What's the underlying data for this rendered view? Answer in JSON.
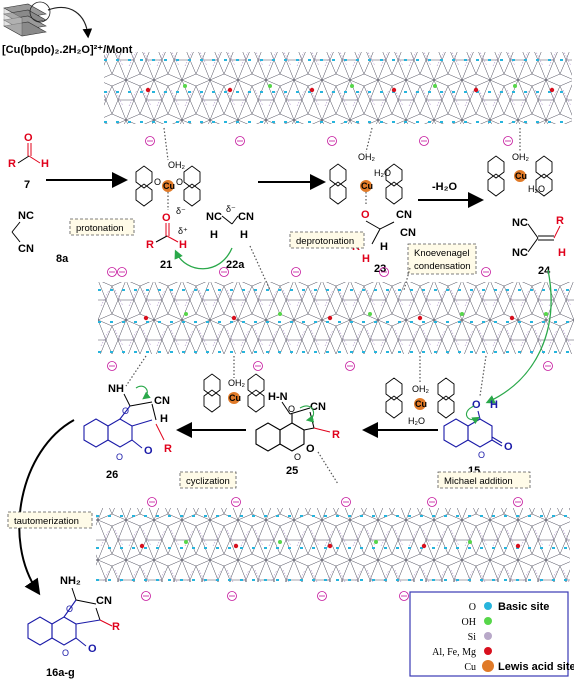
{
  "catalyst_label": "[Cu(bpdo)₂.2H₂O]²⁺/Mont",
  "compounds": {
    "c7": "7",
    "c8a": "8a",
    "c21": "21",
    "c22a": "22a",
    "c23": "23",
    "c24": "24",
    "c15": "15",
    "c25": "25",
    "c26": "26",
    "c16": "16a-g"
  },
  "steps": {
    "protonation": "protonation",
    "deprotonation": "deprotonation",
    "knoevenagel": "Knoevenagel condensation",
    "knoevenagel_l1": "Knoevenagel",
    "knoevenagel_l2": "condensation",
    "water_loss": "-H₂O",
    "cyclization": "cyclization",
    "michael": "Michael addition",
    "tautomerization": "tautomerization"
  },
  "atoms": {
    "O": "O",
    "H": "H",
    "R": "R",
    "NC": "NC",
    "CN": "CN",
    "NH": "NH",
    "NH2": "NH₂",
    "HN": "H-N",
    "Cu": "Cu",
    "OH2": "OH₂",
    "H2O": "H₂O",
    "delta_minus": "δ⁻",
    "delta_plus": "δ⁺",
    "N": "N"
  },
  "legend": {
    "items": [
      {
        "symbol": "O",
        "color": "#27b4dc",
        "desc": "Basic site"
      },
      {
        "symbol": "OH",
        "color": "#57d64a",
        "desc": ""
      },
      {
        "symbol": "Si",
        "color": "#b8a8c8",
        "desc": ""
      },
      {
        "symbol": "Al, Fe, Mg",
        "color": "#d8101e",
        "desc": ""
      },
      {
        "symbol": "Cu",
        "color": "#e07a28",
        "desc": "Lewis acid site"
      }
    ]
  },
  "colors": {
    "accent_red": "#e0001a",
    "accent_blue": "#1a1aa8",
    "arrow_green": "#2aa84a",
    "layer_cyan": "#27b4dc",
    "negative_pink": "#c4149c",
    "legend_border": "#3a3ab4"
  }
}
